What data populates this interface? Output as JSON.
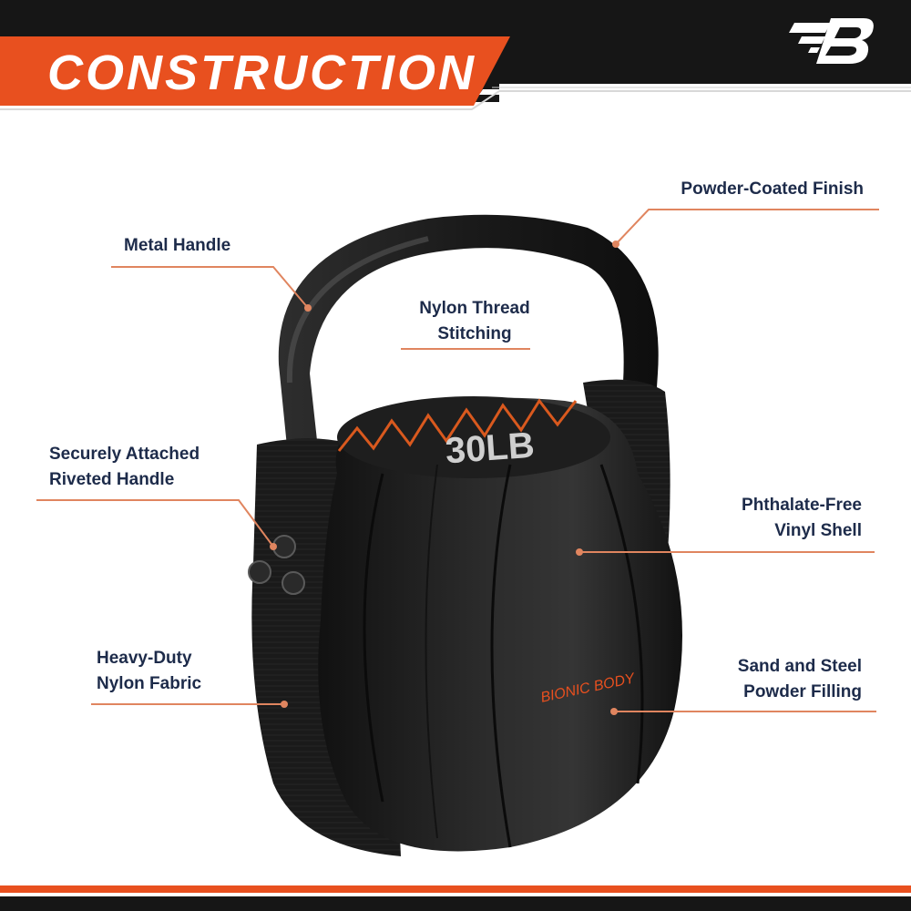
{
  "header": {
    "title": "CONSTRUCTION",
    "logo_letter": "B"
  },
  "product": {
    "weight_label": "30LB",
    "brand_text": "BIONIC BODY"
  },
  "callouts": [
    {
      "id": "metal-handle",
      "lines": [
        "Metal Handle"
      ]
    },
    {
      "id": "powder-coated-finish",
      "lines": [
        "Powder-Coated Finish"
      ]
    },
    {
      "id": "nylon-thread-stitching",
      "lines": [
        "Nylon Thread",
        "Stitching"
      ]
    },
    {
      "id": "riveted-handle",
      "lines": [
        "Securely Attached",
        "Riveted Handle"
      ]
    },
    {
      "id": "vinyl-shell",
      "lines": [
        "Phthalate-Free",
        "Vinyl Shell"
      ]
    },
    {
      "id": "nylon-fabric",
      "lines": [
        "Heavy-Duty",
        "Nylon Fabric"
      ]
    },
    {
      "id": "filling",
      "lines": [
        "Sand and Steel",
        "Powder Filling"
      ]
    }
  ],
  "colors": {
    "accent": "#e8501f",
    "dark": "#161616",
    "label_text": "#1d2b4a",
    "leader_line": "#e0855f",
    "stitching": "#d9591e"
  }
}
